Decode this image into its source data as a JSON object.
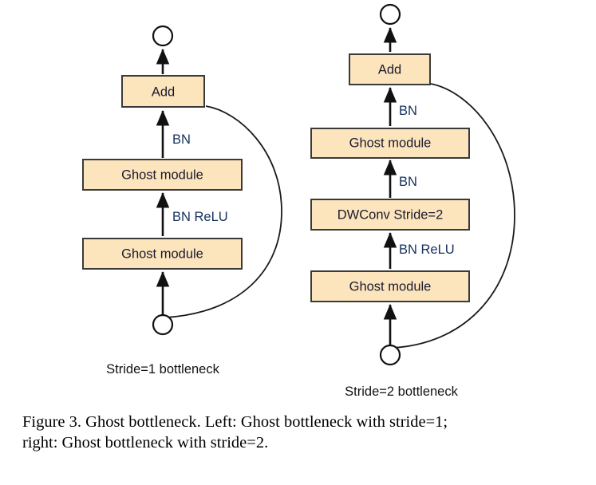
{
  "figure": {
    "caption_line1": "Figure 3. Ghost bottleneck. Left: Ghost bottleneck with stride=1;",
    "caption_line2": "right: Ghost bottleneck with stride=2.",
    "box_fill": "#FCE4BC",
    "box_stroke": "#3A3A3A",
    "line_color": "#1a1a1a",
    "label_color": "#15305e"
  },
  "left_diagram": {
    "title": "Stride=1 bottleneck",
    "input_node": "input-circle",
    "output_node": "output-circle",
    "blocks": [
      {
        "id": "left-add",
        "label": "Add"
      },
      {
        "id": "left-ghost-top",
        "label": "Ghost module"
      },
      {
        "id": "left-ghost-bottom",
        "label": "Ghost module"
      }
    ],
    "edge_labels": [
      {
        "id": "left-edge-bn",
        "label": "BN"
      },
      {
        "id": "left-edge-bn-relu",
        "label": "BN ReLU"
      }
    ],
    "shortcut": "identity-shortcut"
  },
  "right_diagram": {
    "title": "Stride=2 bottleneck",
    "input_node": "input-circle",
    "output_node": "output-circle",
    "blocks": [
      {
        "id": "right-add",
        "label": "Add"
      },
      {
        "id": "right-ghost-top",
        "label": "Ghost module"
      },
      {
        "id": "right-dwconv",
        "label": "DWConv Stride=2"
      },
      {
        "id": "right-ghost-bottom",
        "label": "Ghost module"
      }
    ],
    "edge_labels": [
      {
        "id": "right-edge-bn-top",
        "label": "BN"
      },
      {
        "id": "right-edge-bn-mid",
        "label": "BN"
      },
      {
        "id": "right-edge-bn-relu",
        "label": "BN ReLU"
      }
    ],
    "shortcut": "identity-shortcut"
  }
}
